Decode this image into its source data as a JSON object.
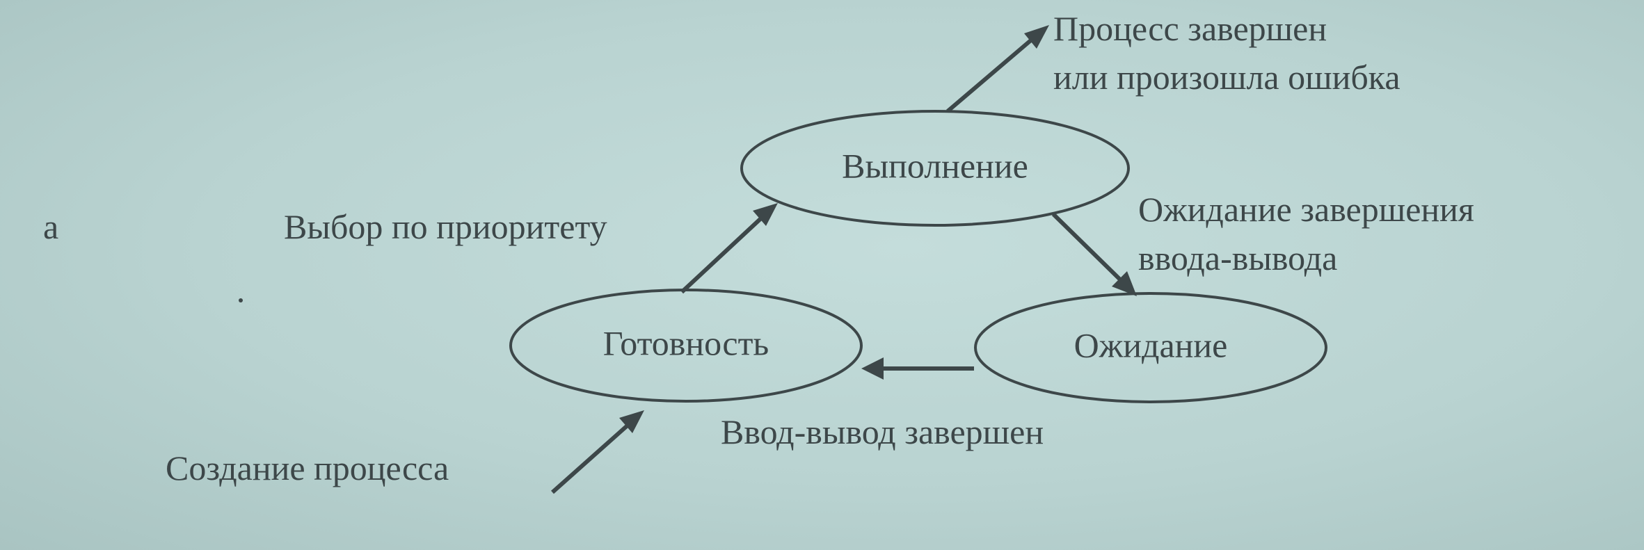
{
  "figure_letter": "а",
  "states": {
    "running": "Выполнение",
    "ready": "Готовность",
    "waiting": "Ожидание"
  },
  "transitions": {
    "exit_line1": "Процесс завершен",
    "exit_line2": "или произошла ошибка",
    "select_by_priority": "Выбор по приоритету",
    "wait_io_line1": "Ожидание завершения",
    "wait_io_line2": "ввода-вывода",
    "io_done": "Ввод-вывод завершен",
    "create_process": "Создание процесса"
  }
}
